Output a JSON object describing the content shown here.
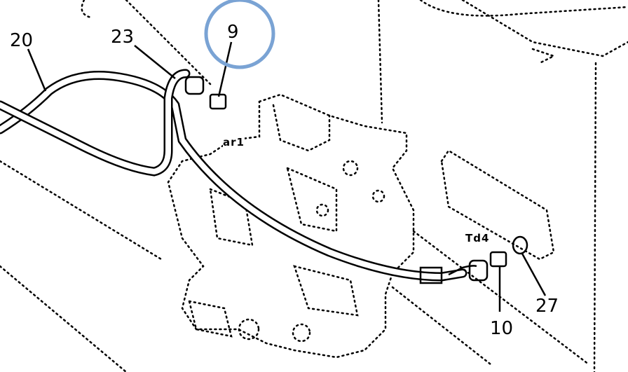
{
  "callouts": {
    "part_20": "20",
    "part_23": "23",
    "part_9": "9",
    "port_ar1": "ar1",
    "port_td4": "Td4",
    "part_10": "10",
    "part_27": "27"
  },
  "highlight": {
    "target": "9",
    "color": "#7aa3d4"
  }
}
